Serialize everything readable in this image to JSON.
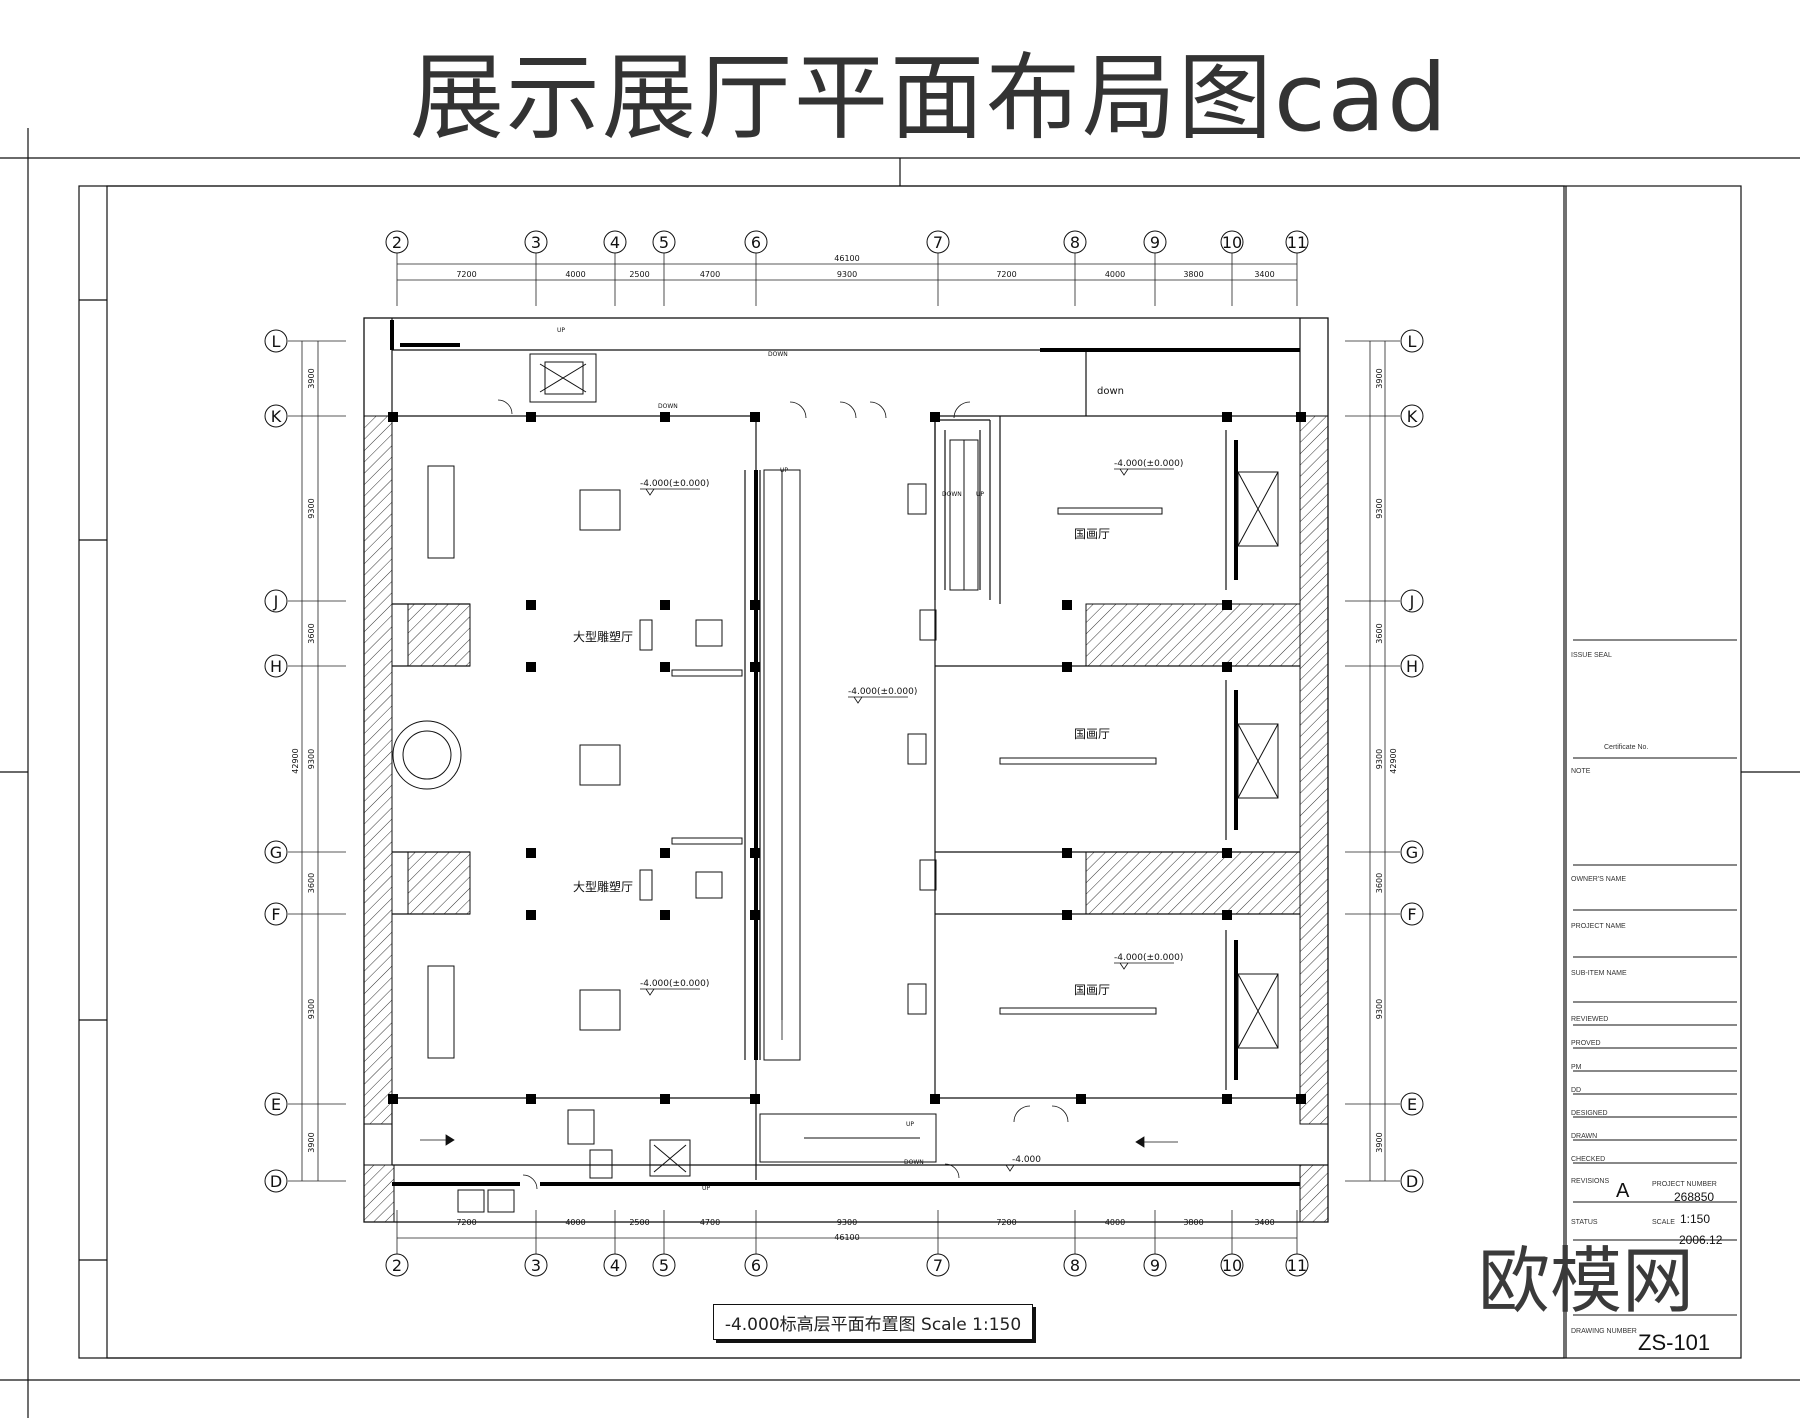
{
  "title": "展示展厅平面布局图cad",
  "grid": {
    "columns": [
      "2",
      "3",
      "4",
      "5",
      "6",
      "7",
      "8",
      "9",
      "10",
      "11"
    ],
    "rows": [
      "L",
      "K",
      "J",
      "H",
      "G",
      "F",
      "E",
      "D"
    ],
    "column_spans": [
      "7200",
      "4000",
      "2500",
      "4700",
      "9300",
      "7200",
      "4000",
      "3800",
      "3400"
    ],
    "row_spans": [
      "3900",
      "9300",
      "3600",
      "9300",
      "3600",
      "9300",
      "3900"
    ],
    "total_width": "46100",
    "total_height": "42900"
  },
  "rooms": {
    "sculpture_hall_1": "大型雕塑厅",
    "sculpture_hall_2": "大型雕塑厅",
    "painting_hall_1": "国画厅",
    "painting_hall_2": "国画厅",
    "painting_hall_3": "国画厅"
  },
  "levels": {
    "l1": "-4.000(±0.000)",
    "l2": "-4.000(±0.000)",
    "l3": "-4.000(±0.000)",
    "l4": "-4.000(±0.000)",
    "l5": "-4.000(±0.000)",
    "l6": "-4.000"
  },
  "stair_labels": {
    "up1": "UP",
    "down1": "DOWN",
    "down2": "DOWN",
    "down3": "down",
    "up2": "UP",
    "down4": "DOWN",
    "up3": "UP",
    "up4": "UP",
    "down5": "DOWN",
    "up5": "UP"
  },
  "caption": "-4.000标高层平面布置图  Scale 1:150",
  "title_block": {
    "issue_seal": "ISSUE SEAL",
    "certificate": "Certificate No.",
    "note": "NOTE",
    "owner": "OWNER'S NAME",
    "project_name": "PROJECT NAME",
    "sub_item": "SUB-ITEM NAME",
    "reviewed": "REVIEWED",
    "proved": "PROVED",
    "pm": "PM",
    "dd": "DD",
    "designed": "DESIGNED",
    "drawn": "DRAWN",
    "checked": "CHECKED",
    "revisions": "REVISIONS",
    "revision_value": "A",
    "project_number_label": "PROJECT NUMBER",
    "project_number": "268850",
    "status": "STATUS",
    "scale_label": "SCALE",
    "scale_value": "1:150",
    "date": "2006.12",
    "drawing_number_label": "DRAWING NUMBER",
    "drawing_number": "ZS-101"
  },
  "logo": "欧模网"
}
